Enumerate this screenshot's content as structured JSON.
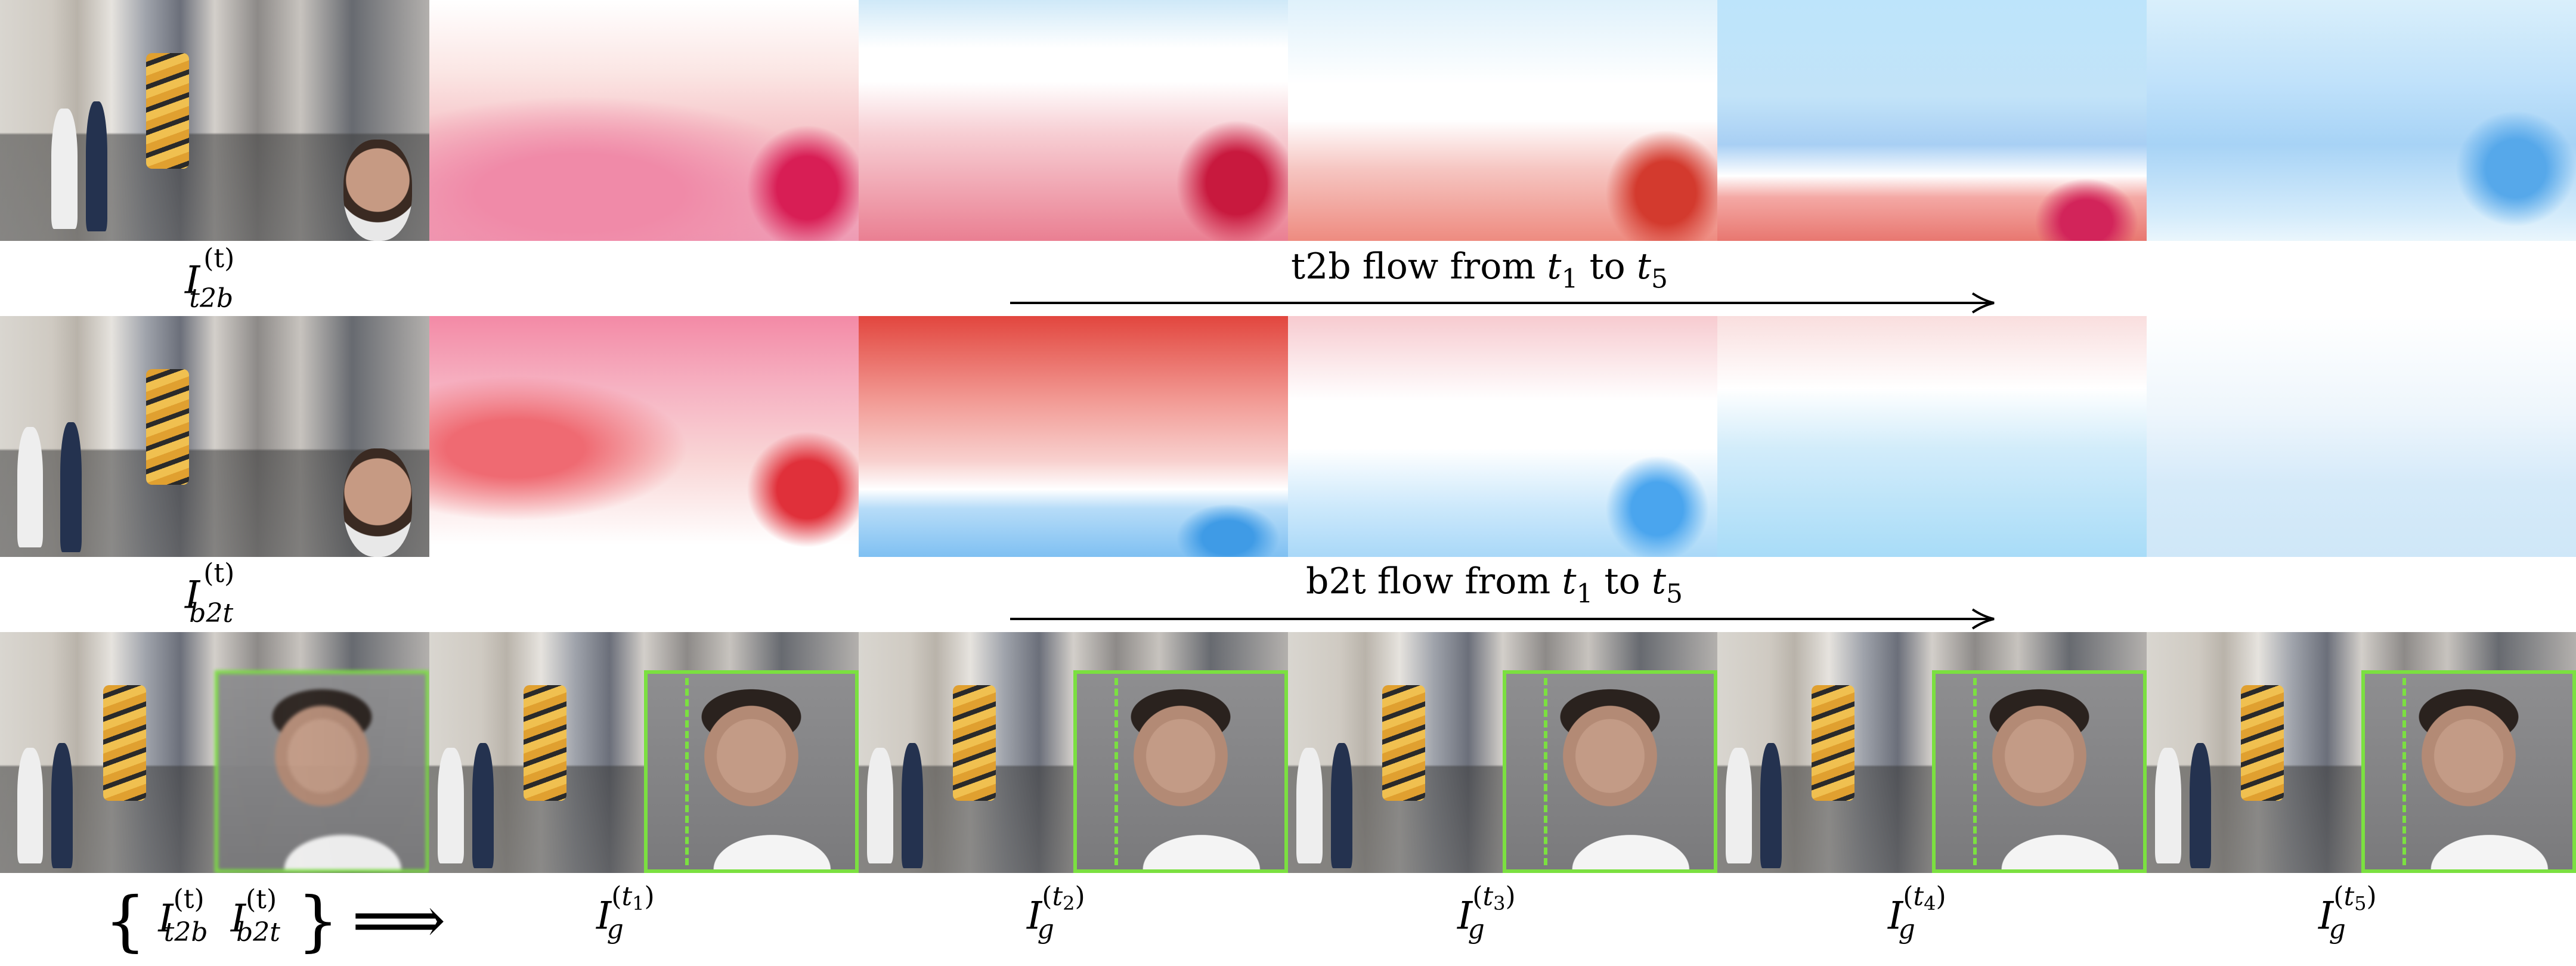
{
  "rows": {
    "t2b_label": {
      "base": "I",
      "sup": "(t)",
      "sub": "t2b"
    },
    "b2t_label": {
      "base": "I",
      "sup": "(t)",
      "sub": "b2t"
    },
    "t2b_caption": {
      "text": "t2b flow from ",
      "from_var": "t",
      "from_sub": "1",
      "to_word": " to ",
      "to_var": "t",
      "to_sub": "5"
    },
    "b2t_caption": {
      "text": "b2t flow from ",
      "from_var": "t",
      "from_sub": "1",
      "to_word": " to ",
      "to_var": "t",
      "to_sub": "5"
    }
  },
  "bottom": {
    "input_set": {
      "open": "{",
      "close": "}",
      "first": {
        "base": "I",
        "sup": "(t)",
        "sub": "t2b"
      },
      "second": {
        "base": "I",
        "sup": "(t)",
        "sub": "b2t"
      }
    },
    "implies": "⟹",
    "outputs": [
      {
        "base": "I",
        "sub": "g",
        "sup_var": "t",
        "sup_sub": "1"
      },
      {
        "base": "I",
        "sub": "g",
        "sup_var": "t",
        "sup_sub": "2"
      },
      {
        "base": "I",
        "sub": "g",
        "sup_var": "t",
        "sup_sub": "3"
      },
      {
        "base": "I",
        "sub": "g",
        "sup_var": "t",
        "sup_sub": "4"
      },
      {
        "base": "I",
        "sub": "g",
        "sup_var": "t",
        "sup_sub": "5"
      }
    ]
  },
  "colors": {
    "inset_border": "#7be040",
    "flow_red": "#e8405a",
    "flow_blue": "#4aa8f0",
    "arrow": "#000000"
  }
}
